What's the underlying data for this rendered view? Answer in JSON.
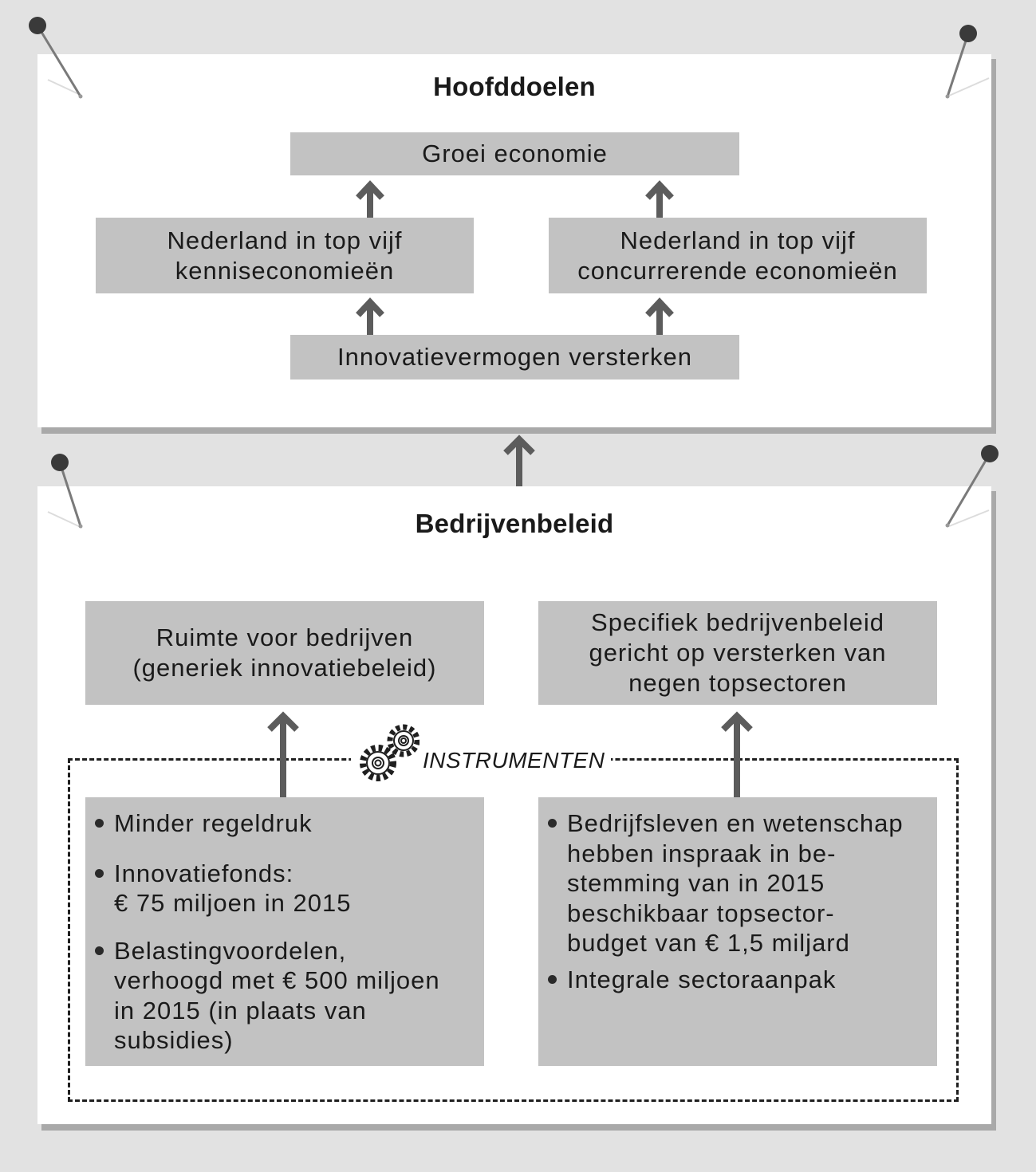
{
  "hoofddoelen": {
    "title": "Hoofddoelen",
    "groei": "Groei economie",
    "kennis": [
      "Nederland in top vijf",
      "kenniseconomieën"
    ],
    "concurrerend": [
      "Nederland in top vijf",
      "concurrerende economieën"
    ],
    "innovatie": "Innovatievermogen versterken"
  },
  "bedrijvenbeleid": {
    "title": "Bedrijvenbeleid",
    "ruimte": [
      "Ruimte voor bedrijven",
      "(generiek innovatiebeleid)"
    ],
    "specifiek": [
      "Specifiek bedrijvenbeleid",
      "gericht op versterken van",
      "negen topsectoren"
    ],
    "instrumenten_label": "INSTRUMENTEN",
    "left_items": [
      [
        "Minder regeldruk"
      ],
      [
        "Innovatiefonds:",
        "€ 75 miljoen in 2015"
      ],
      [
        "Belastingvoordelen,",
        "verhoogd met € 500 miljoen",
        "in 2015 (in plaats van",
        "subsidies)"
      ]
    ],
    "right_items": [
      [
        "Bedrijfsleven en wetenschap",
        "hebben inspraak in be-",
        "stemming van in 2015",
        "beschikbaar topsector-",
        "budget van € 1,5 miljard"
      ],
      [
        "Integrale sectoraanpak"
      ]
    ]
  },
  "colors": {
    "background": "#e2e2e2",
    "panel": "#ffffff",
    "box": "#c2c2c2",
    "arrow": "#5c5c5c",
    "pin": "#3a3a3a"
  }
}
